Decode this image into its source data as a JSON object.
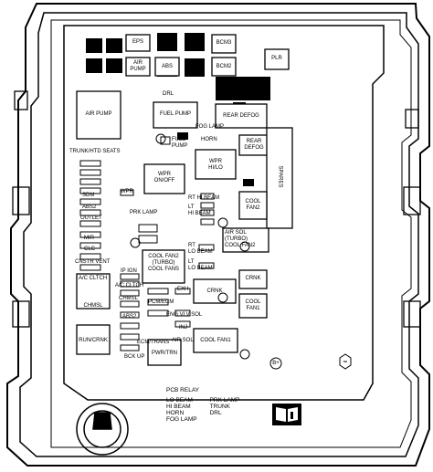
{
  "fuse_box": {
    "labels": {
      "eps": "EPS",
      "bcm3": "BCM3",
      "plr": "PLR",
      "air_pump_small": "AIR\nPUMP",
      "abs": "ABS",
      "bcm2": "BCM2",
      "drl": "DRL",
      "air_pump_relay": "AIR PUMP",
      "fuel_pump_relay": "FUEL PUMP",
      "rear_defog_relay": "REAR DEFOG",
      "fog_lamp": "FOG LAMP",
      "fuel_pump_fuse": "FUEL\nPUMP",
      "horn": "HORN",
      "trunk_htd_seats": "TRUNK/HTD SEATS",
      "rear_defog_fuse": "REAR\nDEFOG",
      "wpr_hilo": "WPR\nHI/LO",
      "wpr_onoff": "WPR\nON/OFF",
      "spares": "SPARES",
      "wpr": "WPR",
      "rt_hi_beam": "RT HI BEAM",
      "sdm": "SDM",
      "lt_hi_beam": "LT\nHI BEAM",
      "cool_fan2": "COOL\nFAN2",
      "abs2": "ABS2",
      "prk_lamp": "PRK LAMP",
      "outlet": "OUTLET",
      "air_sol_turbo": "AIR SOL\n(TURBO)\nCOOL FAN2",
      "mir": "MIR",
      "rt_lo_beam": "RT\nLO BEAM",
      "clc": "CLC",
      "cool_fan2_turbo": "COOL FAN2\n(TURBO)\nCOOL FANS",
      "lt_lo_beam": "LT\nLO BEAM",
      "cnstr_vent": "CNSTR VENT",
      "ac_clth": "A/C CLTCH",
      "ip_ign": "IP IGN",
      "crnk_small": "CRNK",
      "ac_cltch2": "A/C CLTCH",
      "exh": "EXH",
      "chmsl": "CHMSL",
      "chmsl2": "CHMSL",
      "crnk": "CRNK",
      "pcm_ecm": "PCM/ECM",
      "cool_fan1": "COOL\nFAN1",
      "abs3": "ABS2",
      "eng_vlv_sol": "ENG VLV SOL",
      "run_crnk": "RUN/CRNK",
      "ecm_trans": "ECM/TRANS",
      "inj": "INJ",
      "bck_up": "BCK UP",
      "air_sol": "AIR SOL",
      "cool_fan1_relay": "COOL FAN1",
      "pwr_trn": "PWR/TRN",
      "b_plus": "B+"
    },
    "legend": {
      "title": "PCB RELAY",
      "col1": [
        "LO BEAM",
        "HI BEAM",
        "HORN",
        "FOG LAMP"
      ],
      "col2": [
        "PRK LAMP",
        "TRUNK",
        "DRL"
      ]
    },
    "icons": [
      "manual-book-icon",
      "bolt-hex-icon"
    ]
  }
}
